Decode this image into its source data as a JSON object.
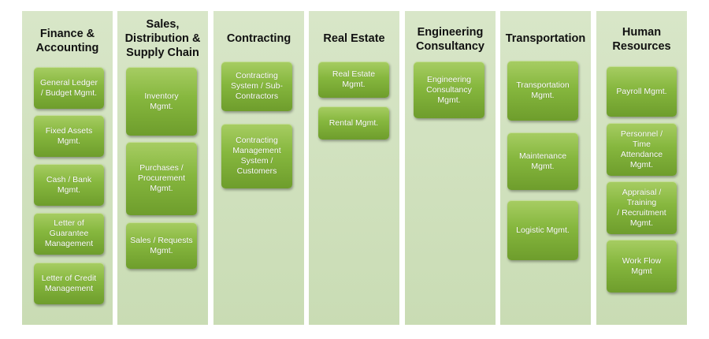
{
  "columns": [
    {
      "title": "Finance &\nAccounting",
      "items": [
        "General Ledger\n/ Budget Mgmt.",
        "Fixed Assets\nMgmt.",
        "Cash / Bank\nMgmt.",
        "Letter of\nGuarantee\nManagement",
        "Letter of Credit\nManagement"
      ]
    },
    {
      "title": "Sales,\nDistribution &\nSupply Chain",
      "items": [
        "Inventory\nMgmt.",
        "Purchases /\nProcurement\nMgmt.",
        "Sales / Requests\nMgmt."
      ]
    },
    {
      "title": "Contracting",
      "items": [
        "Contracting\nSystem / Sub-\nContractors",
        "Contracting\nManagement\nSystem /\nCustomers"
      ]
    },
    {
      "title": "Real Estate",
      "items": [
        "Real Estate\nMgmt.",
        "Rental Mgmt."
      ]
    },
    {
      "title": "Engineering\nConsultancy",
      "items": [
        "Engineering\nConsultancy\nMgmt."
      ]
    },
    {
      "title": "Transportation",
      "items": [
        "Transportation\nMgmt.",
        "Maintenance\nMgmt.",
        "Logistic Mgmt."
      ]
    },
    {
      "title": "Human\nResources",
      "items": [
        "Payroll Mgmt.",
        "Personnel /\nTime\nAttendance\nMgmt.",
        "Appraisal /\nTraining\n/ Recruitment\nMgmt.",
        "Work Flow\nMgmt"
      ]
    }
  ]
}
